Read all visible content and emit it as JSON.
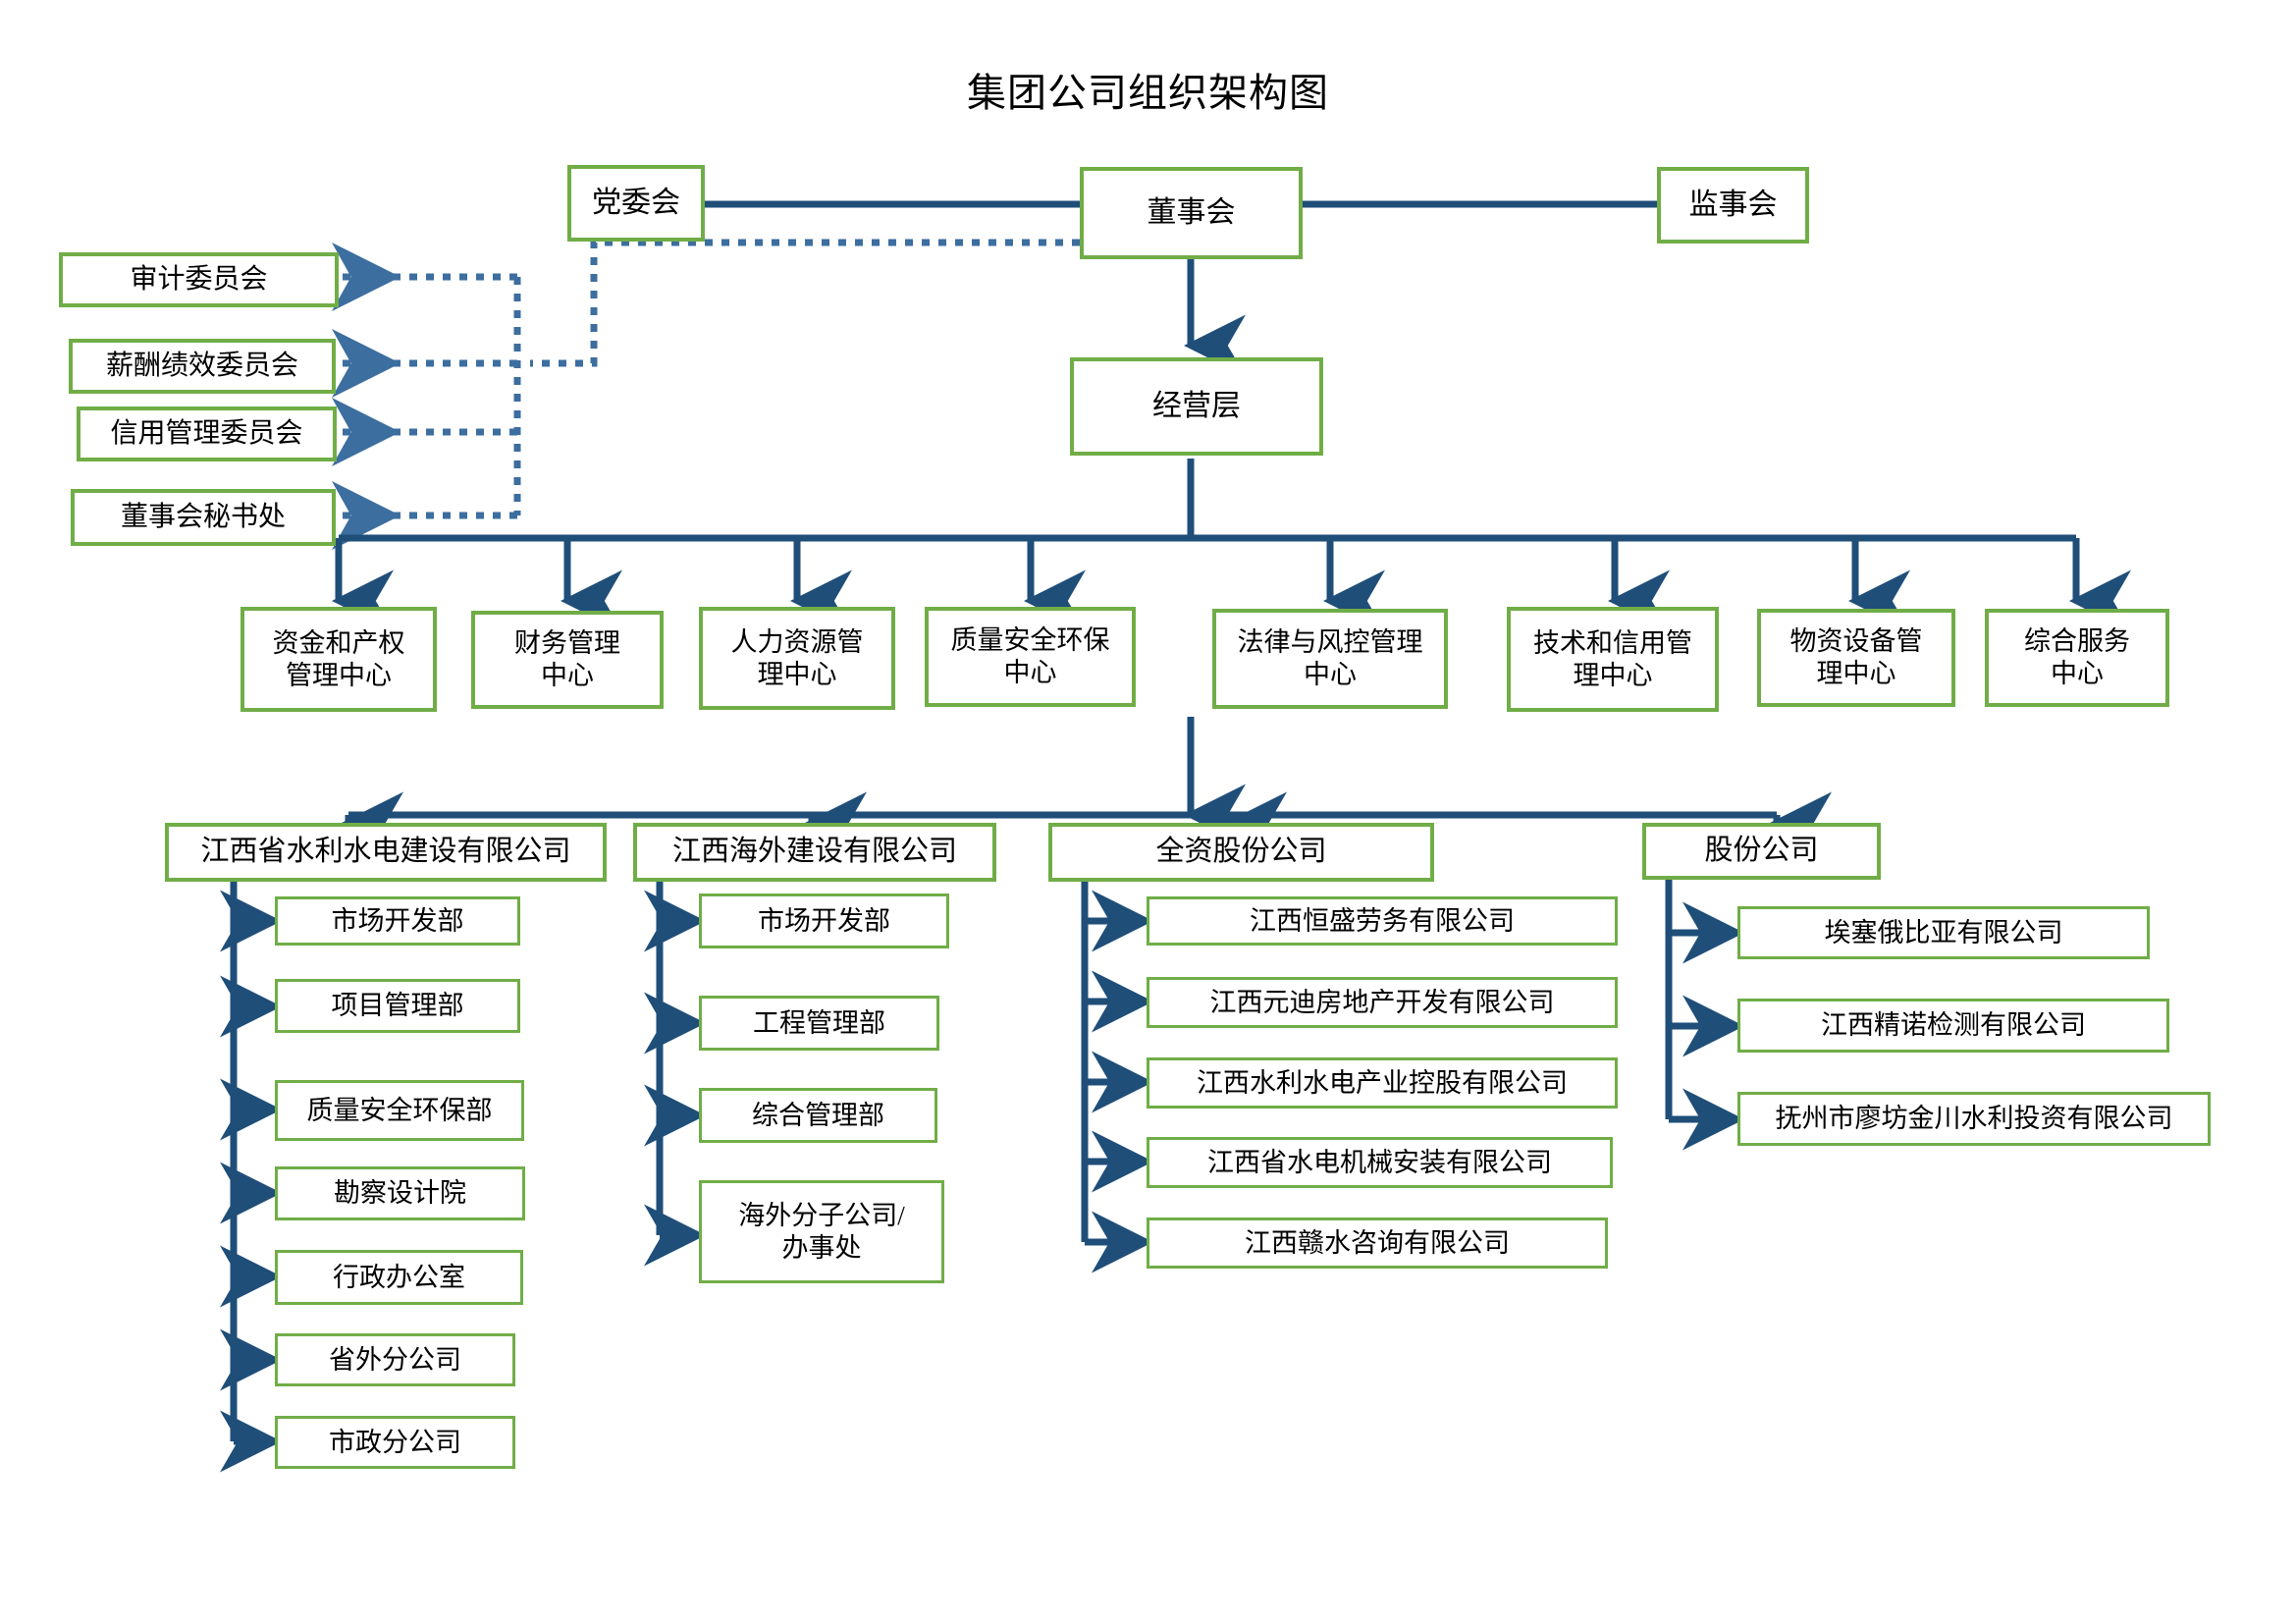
{
  "title": "集团公司组织架构图",
  "colors": {
    "box_border_green": "#70AD47",
    "connector_blue": "#1F4E79",
    "dotted_blue": "#3C6E9F",
    "text": "#000000",
    "background": "#FFFFFF"
  },
  "governance": {
    "party_committee": "党委会",
    "board_of_directors": "董事会",
    "board_of_supervisors": "监事会",
    "management_layer": "经营层"
  },
  "board_committees": [
    {
      "label": "审计委员会"
    },
    {
      "label": "薪酬绩效委员会"
    },
    {
      "label": "信用管理委员会"
    },
    {
      "label": "董事会秘书处"
    }
  ],
  "management_centers": [
    {
      "label": "资金和产权\n管理中心"
    },
    {
      "label": "财务管理\n中心"
    },
    {
      "label": "人力资源管\n理中心"
    },
    {
      "label": "质量安全环保\n中心"
    },
    {
      "label": "法律与风控管理\n中心"
    },
    {
      "label": "技术和信用管\n理中心"
    },
    {
      "label": "物资设备管\n理中心"
    },
    {
      "label": "综合服务\n中心"
    }
  ],
  "subsidiaries": [
    {
      "name": "江西省水利水电建设有限公司",
      "children": [
        {
          "label": "市场开发部"
        },
        {
          "label": "项目管理部"
        },
        {
          "label": "质量安全环保部"
        },
        {
          "label": "勘察设计院"
        },
        {
          "label": "行政办公室"
        },
        {
          "label": "省外分公司"
        },
        {
          "label": "市政分公司"
        }
      ]
    },
    {
      "name": "江西海外建设有限公司",
      "children": [
        {
          "label": "市场开发部"
        },
        {
          "label": "工程管理部"
        },
        {
          "label": "综合管理部"
        },
        {
          "label": "海外分子公司/\n办事处"
        }
      ]
    },
    {
      "name": "全资股份公司",
      "children": [
        {
          "label": "江西恒盛劳务有限公司"
        },
        {
          "label": "江西元迪房地产开发有限公司"
        },
        {
          "label": "江西水利水电产业控股有限公司"
        },
        {
          "label": "江西省水电机械安装有限公司"
        },
        {
          "label": "江西赣水咨询有限公司"
        }
      ]
    },
    {
      "name": "股份公司",
      "children": [
        {
          "label": "埃塞俄比亚有限公司"
        },
        {
          "label": "江西精诺检测有限公司"
        },
        {
          "label": "抚州市廖坊金川水利投资有限公司"
        }
      ]
    }
  ]
}
